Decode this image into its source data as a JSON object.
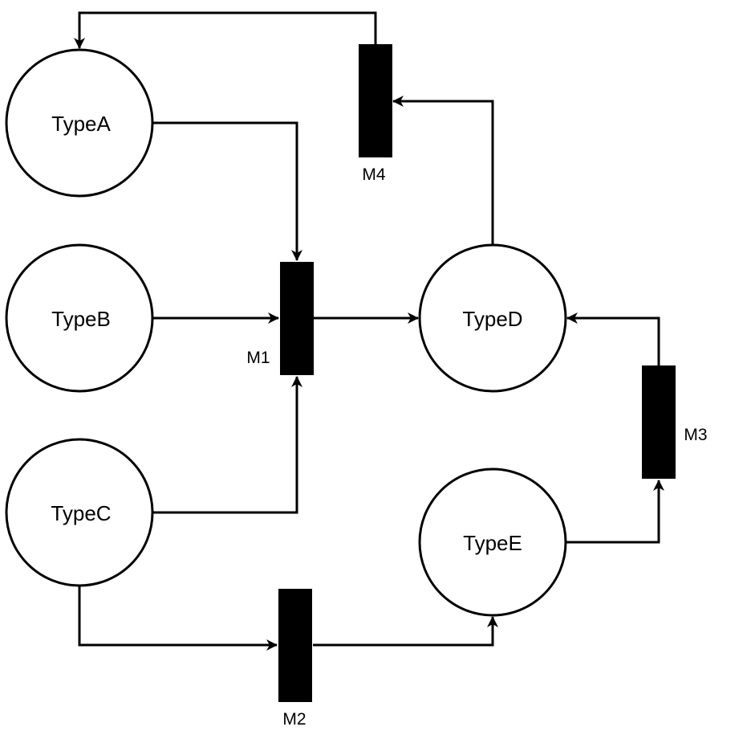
{
  "diagram": {
    "places": [
      {
        "id": "typeA",
        "label": "TypeA"
      },
      {
        "id": "typeB",
        "label": "TypeB"
      },
      {
        "id": "typeC",
        "label": "TypeC"
      },
      {
        "id": "typeD",
        "label": "TypeD"
      },
      {
        "id": "typeE",
        "label": "TypeE"
      }
    ],
    "transitions": [
      {
        "id": "m1",
        "label": "M1"
      },
      {
        "id": "m2",
        "label": "M2"
      },
      {
        "id": "m3",
        "label": "M3"
      },
      {
        "id": "m4",
        "label": "M4"
      }
    ],
    "arcs": [
      {
        "from": "TypeA",
        "to": "M1"
      },
      {
        "from": "TypeB",
        "to": "M1"
      },
      {
        "from": "TypeC",
        "to": "M1"
      },
      {
        "from": "M1",
        "to": "TypeD"
      },
      {
        "from": "TypeC",
        "to": "M2"
      },
      {
        "from": "M2",
        "to": "TypeE"
      },
      {
        "from": "TypeE",
        "to": "M3"
      },
      {
        "from": "M3",
        "to": "TypeD"
      },
      {
        "from": "TypeD",
        "to": "M4"
      },
      {
        "from": "M4",
        "to": "TypeA"
      }
    ],
    "colors": {
      "stroke": "#000000",
      "fill": "#ffffff",
      "transition_fill": "#000000"
    }
  }
}
